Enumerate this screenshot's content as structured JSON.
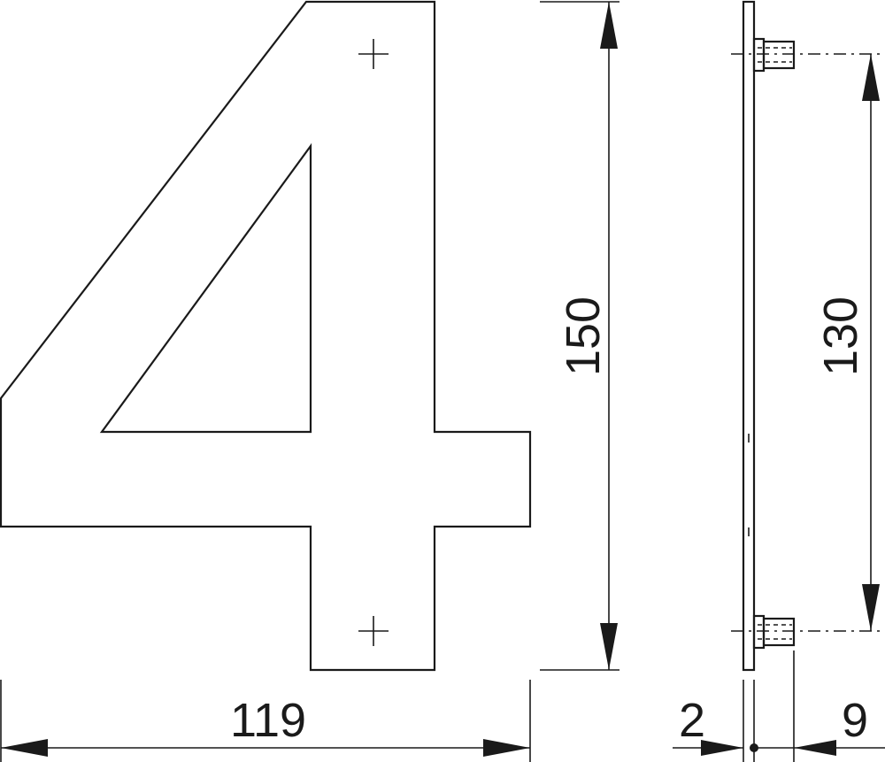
{
  "dimensions": {
    "width": "119",
    "height": "150",
    "hole_spacing": "130",
    "plate_thickness": "2",
    "standoff_length": "9"
  },
  "icons": {
    "mounting_hole": "plus-icon"
  }
}
